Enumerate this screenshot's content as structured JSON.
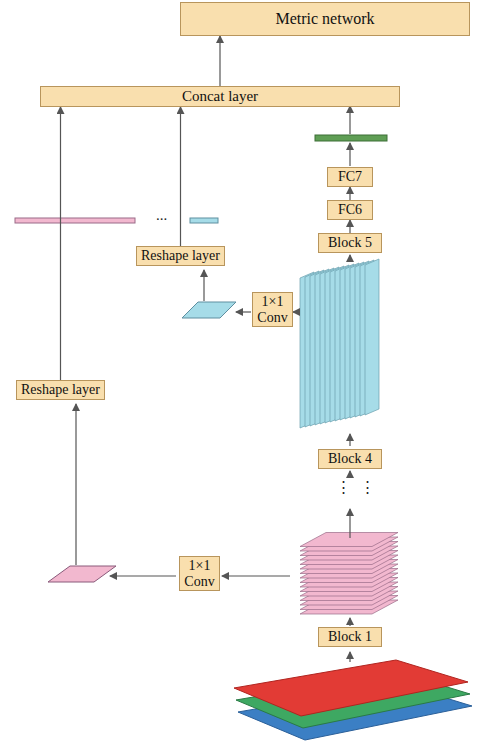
{
  "diagram": {
    "nodes": [
      {
        "text": [
          "Metric network"
        ]
      },
      {
        "text": [
          "Concat layer"
        ]
      },
      {
        "text": [
          "FC7"
        ]
      },
      {
        "text": [
          "FC6"
        ]
      },
      {
        "text": [
          "Block 5"
        ]
      },
      {
        "text": [
          "Reshape layer"
        ]
      },
      {
        "text": [
          "1×1 Conv"
        ]
      },
      {
        "text": [
          "Reshape layer"
        ]
      },
      {
        "text": [
          "Block 4"
        ]
      },
      {
        "text": [
          "1×1 Conv"
        ]
      },
      {
        "text": [
          "Block 1"
        ]
      }
    ],
    "edges": [
      {
        "from": 1,
        "to": 0,
        "arrow": "to"
      },
      {
        "from": 3,
        "to": 2,
        "arrow": "to"
      },
      {
        "from": 4,
        "to": 3,
        "arrow": "to"
      },
      {
        "from": 5,
        "to": 1,
        "arrow": "to"
      },
      {
        "from": 7,
        "to": 1,
        "arrow": "to"
      }
    ],
    "labels": [
      "...",
      "⋮",
      "⋮"
    ]
  }
}
